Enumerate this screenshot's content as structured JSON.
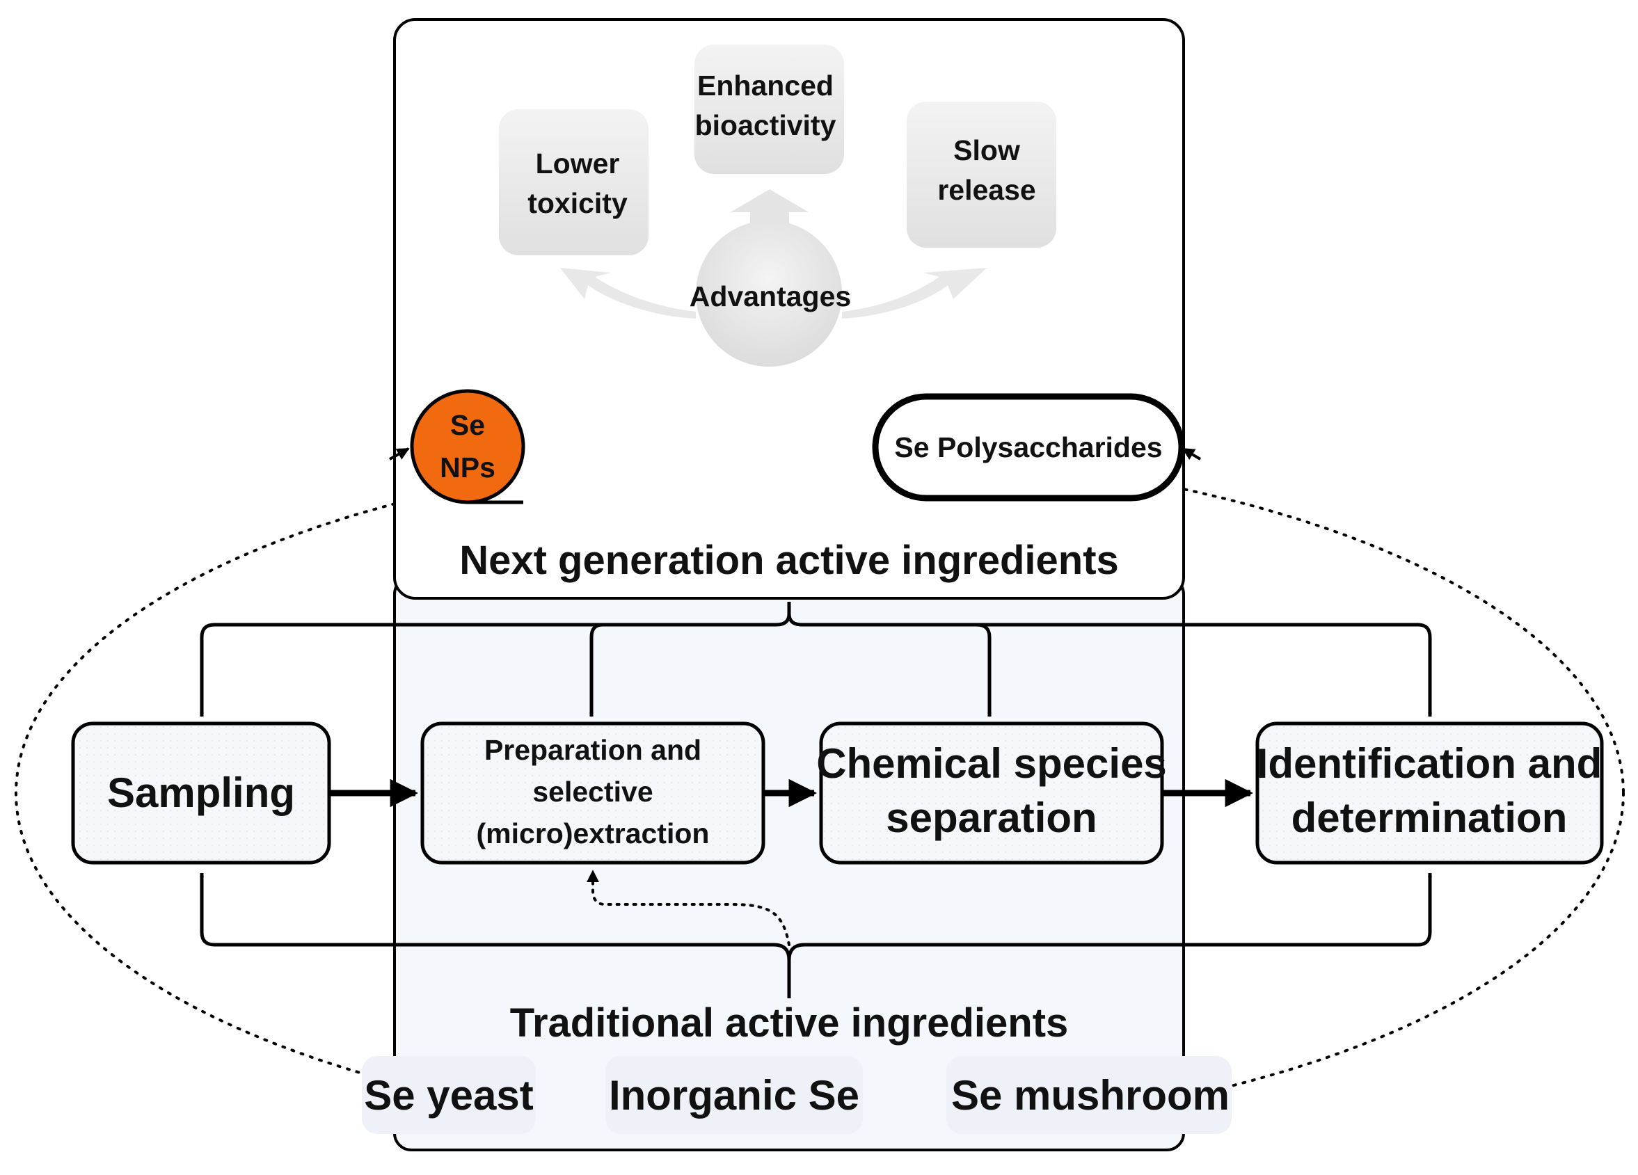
{
  "next_gen": {
    "title": "Next generation active ingredients",
    "advantages_label": "Advantages",
    "advantages": [
      {
        "line1": "Lower",
        "line2": "toxicity"
      },
      {
        "line1": "Enhanced",
        "line2": "bioactivity"
      },
      {
        "line1": "Slow",
        "line2": "release"
      }
    ],
    "se_nps": {
      "line1": "Se",
      "line2": "NPs"
    },
    "se_polysaccharides": "Se Polysaccharides"
  },
  "process": {
    "sampling": "Sampling",
    "preparation": {
      "line1": "Preparation and",
      "line2": "selective",
      "line3": "(micro)extraction"
    },
    "separation": {
      "line1": "Chemical species",
      "line2": "separation"
    },
    "identification": {
      "line1": "Identification and",
      "line2": "determination"
    }
  },
  "traditional": {
    "title": "Traditional active ingredients",
    "items": [
      "Se yeast",
      "Inorganic Se",
      "Se mushroom"
    ]
  },
  "colors": {
    "se_nps_fill": "#f26a10",
    "traditional_panel": "#f4f7fb",
    "advantage_box": "#e9e9e9",
    "line": "#000000"
  }
}
